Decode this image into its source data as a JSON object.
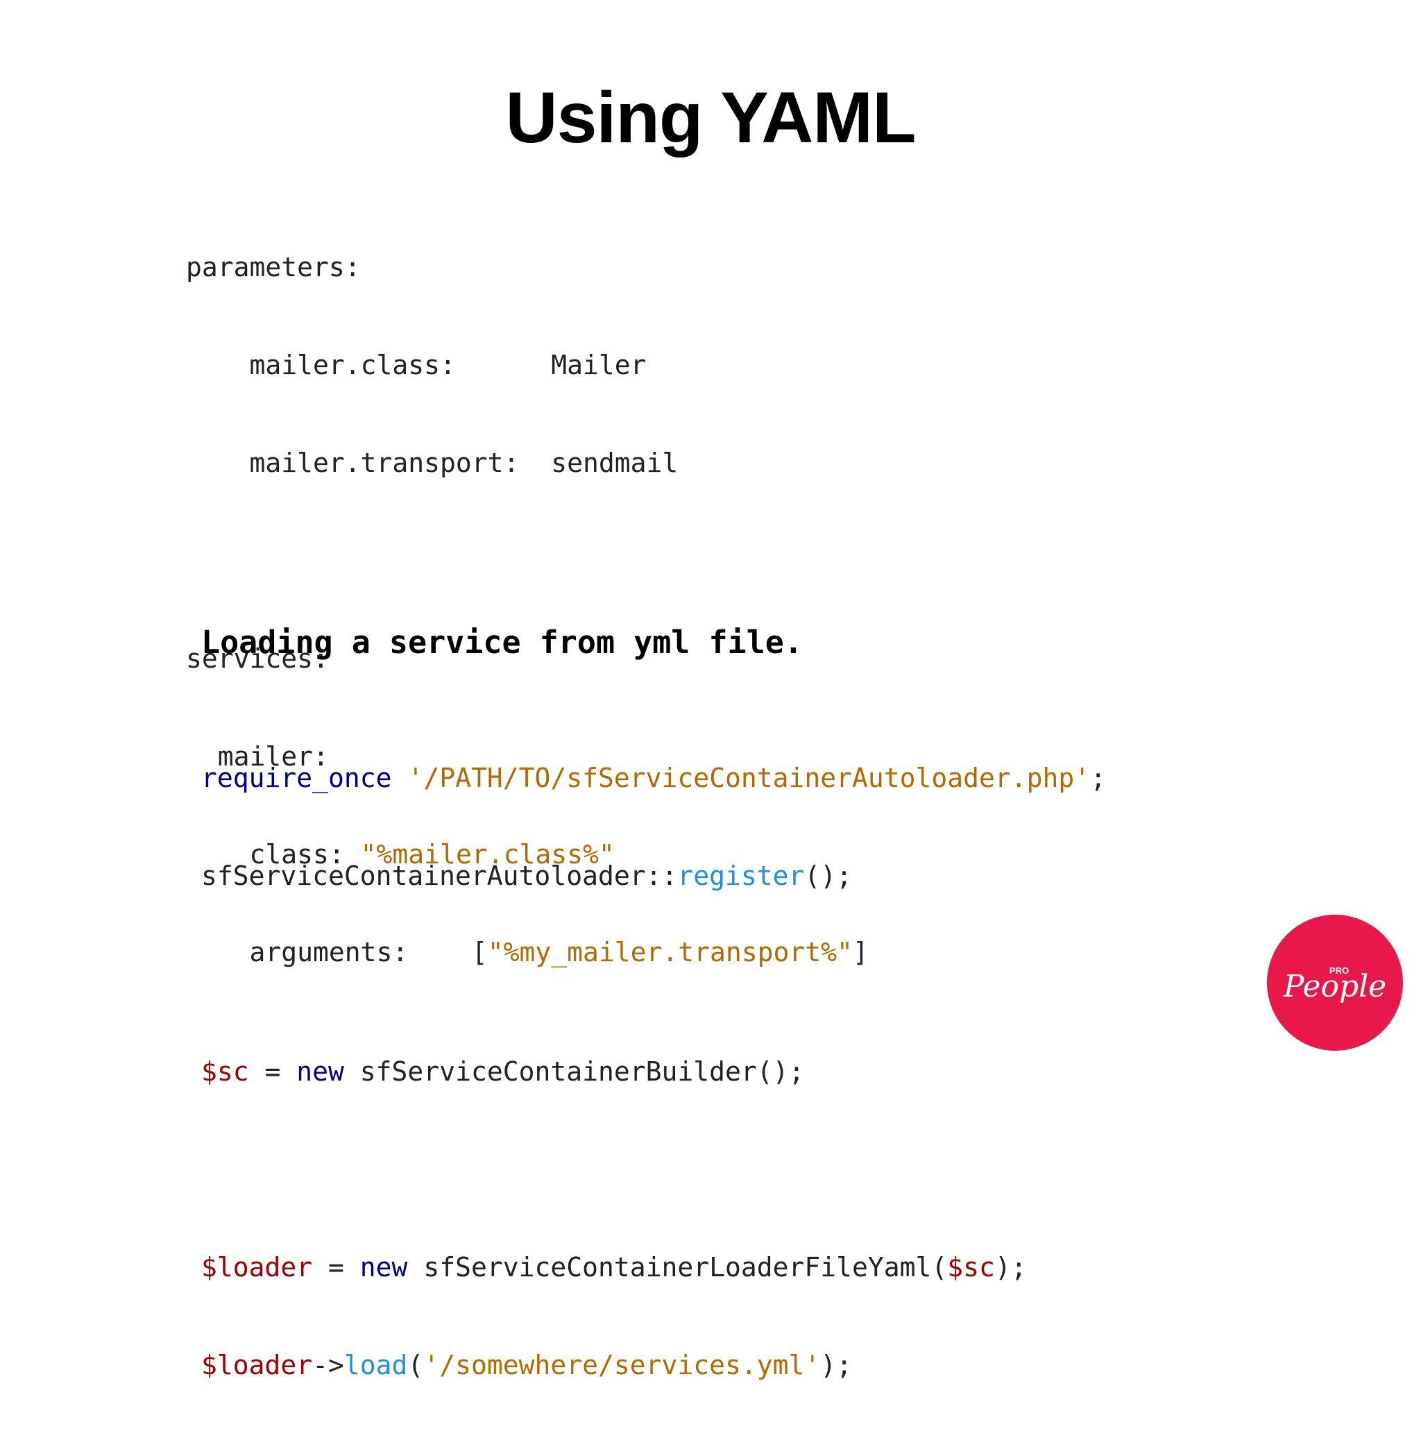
{
  "slide": {
    "title": "Using YAML"
  },
  "yaml": {
    "line1": "parameters:",
    "line2_key": "    mailer.class:      ",
    "line2_val": "Mailer",
    "line3_key": "    mailer.transport:  ",
    "line3_val": "sendmail",
    "line5": "services:",
    "line6": "  mailer:",
    "line7_key": "    class: ",
    "line7_val": "\"%mailer.class%\"",
    "line8_key": "    arguments:    [",
    "line8_val": "\"%my_mailer.transport%\"",
    "line8_end": "]"
  },
  "php": {
    "heading": "Loading a service from yml file.",
    "l1_kw": "require_once",
    "l1_sp": " ",
    "l1_str": "'/PATH/TO/sfServiceContainerAutoloader.php'",
    "l1_end": ";",
    "l2_a": "sfServiceContainerAutoloader::",
    "l2_fn": "register",
    "l2_end": "();",
    "l4_var": "$sc",
    "l4_eq": " = ",
    "l4_kw": "new",
    "l4_rest": " sfServiceContainerBuilder();",
    "l6_var": "$loader",
    "l6_eq": " = ",
    "l6_kw": "new",
    "l6_rest": " sfServiceContainerLoaderFileYaml(",
    "l6_var2": "$sc",
    "l6_end": ");",
    "l7_var": "$loader",
    "l7_arrow": "->",
    "l7_fn": "load",
    "l7_open": "(",
    "l7_str": "'/somewhere/services.yml'",
    "l7_end": ");"
  },
  "logo": {
    "small_text": "PRO",
    "script_text": "People",
    "color": "#e8194a"
  }
}
